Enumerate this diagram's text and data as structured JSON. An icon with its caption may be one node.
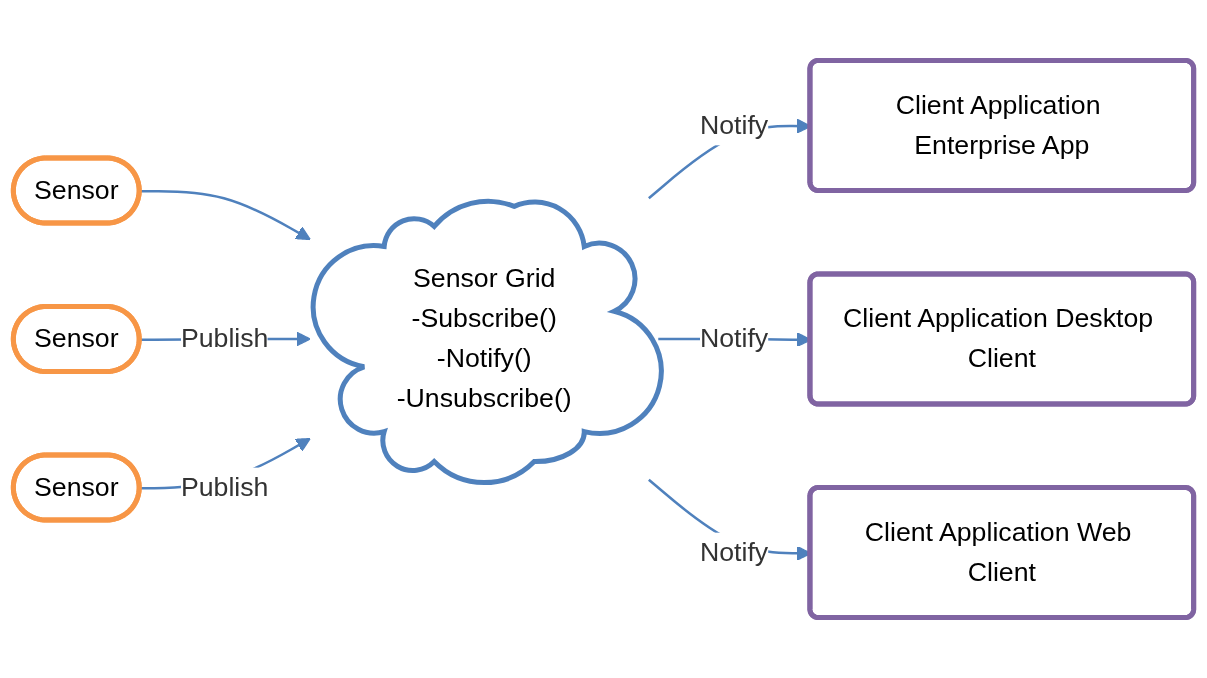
{
  "diagram": {
    "nodes": [
      {
        "text": [
          "Sensor"
        ]
      },
      {
        "text": [
          "Sensor"
        ]
      },
      {
        "text": [
          "Sensor"
        ]
      },
      {
        "text": [
          "Sensor Grid",
          "-Subscribe()",
          "-Notify()",
          "-Unsubscribe()"
        ]
      },
      {
        "text": [
          "Client Application Enterprise App"
        ]
      },
      {
        "text": [
          "Client Application Desktop Client"
        ]
      },
      {
        "text": [
          "Client Application Web Client"
        ]
      }
    ],
    "edges": [
      {
        "from": 0,
        "to": 3,
        "arrow": "to"
      },
      {
        "from": 1,
        "to": 3,
        "arrow": "to",
        "label": "Publish"
      },
      {
        "from": 2,
        "to": 3,
        "arrow": "to",
        "label": "Publish"
      },
      {
        "from": 3,
        "to": 4,
        "arrow": "to",
        "label": "Notify"
      },
      {
        "from": 3,
        "to": 5,
        "arrow": "to",
        "label": "Notify"
      },
      {
        "from": 3,
        "to": 6,
        "arrow": "to",
        "label": "Notify"
      }
    ]
  }
}
